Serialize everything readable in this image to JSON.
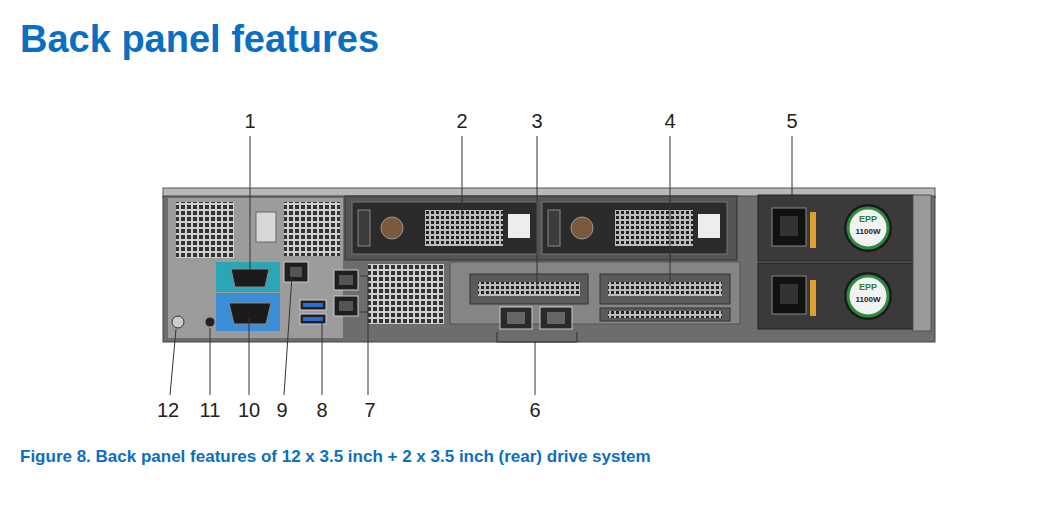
{
  "diagram": {
    "title": "Back panel features",
    "caption": "Figure 8. Back panel features of 12 x 3.5 inch + 2 x 3.5 inch (rear) drive system",
    "labels": [
      "1",
      "2",
      "3",
      "4",
      "5",
      "EPP",
      "1100W",
      "EPP",
      "1100W",
      "12",
      "11",
      "10",
      "9",
      "8",
      "7",
      "6"
    ]
  }
}
